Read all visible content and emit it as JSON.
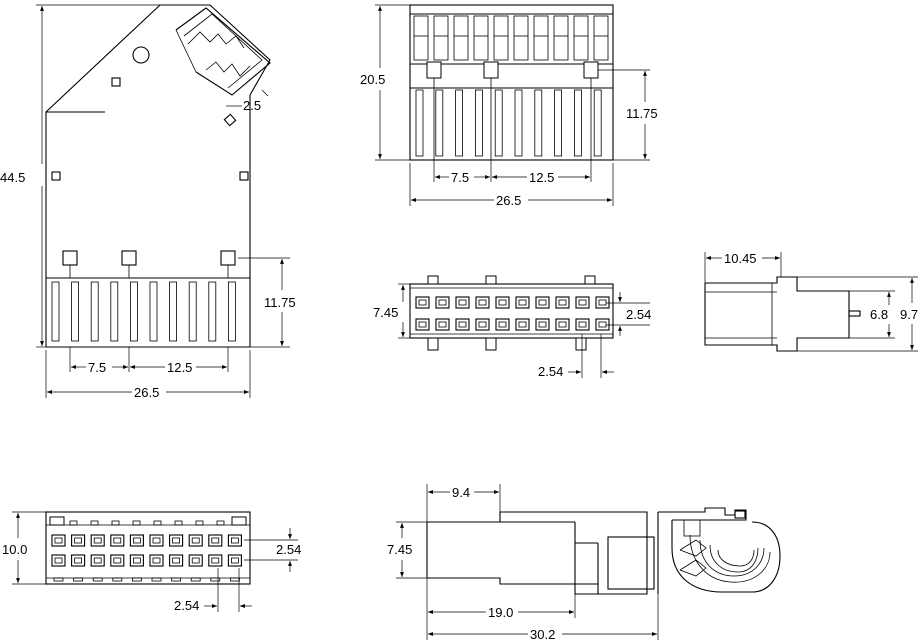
{
  "labels": {
    "left_height": "44.5",
    "left_small_gap": "2.5",
    "left_pin_height": "11.75",
    "left_pitch_a": "7.5",
    "left_pitch_b": "12.5",
    "left_width": "26.5",
    "front_height": "20.5",
    "front_pin_height": "11.75",
    "front_pitch_a": "7.5",
    "front_pitch_b": "12.5",
    "front_width": "26.5",
    "top_height": "7.45",
    "top_row_pitch": "2.54",
    "top_col_pitch": "2.54",
    "side_top_length": "10.45",
    "side_inner": "6.8",
    "side_outer": "9.7",
    "bottom_height": "10.0",
    "bottom_row_pitch": "2.54",
    "bottom_col_pitch": "2.54",
    "profile_top_len": "9.4",
    "profile_height": "7.45",
    "profile_mid_len": "19.0",
    "profile_total_len": "30.2"
  },
  "colors": {
    "line": "#000000",
    "background": "#ffffff"
  }
}
